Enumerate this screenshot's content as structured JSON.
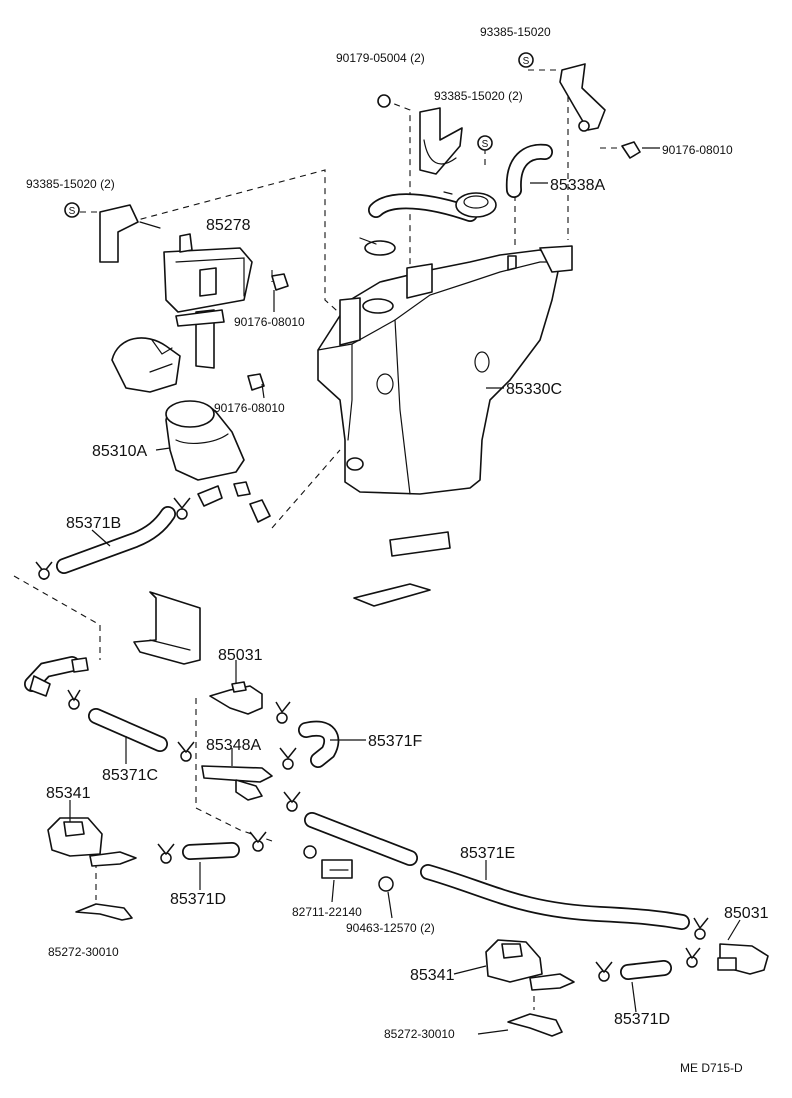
{
  "labels": {
    "p93385_15020_top": "93385-15020",
    "p90179_05004": "90179-05004 (2)",
    "p93385_15020_mid": "93385-15020 (2)",
    "p90176_08010_right": "90176-08010",
    "p85338A": "85338A",
    "p93385_15020_left": "93385-15020 (2)",
    "p85278": "85278",
    "p90176_08010_mid": "90176-08010",
    "p90176_08010_low": "90176-08010",
    "p85330C": "85330C",
    "p85310A": "85310A",
    "p85371B": "85371B",
    "p85031_upper": "85031",
    "p85348A": "85348A",
    "p85371F": "85371F",
    "p85371C": "85371C",
    "p85341_left": "85341",
    "p85371D_left": "85371D",
    "p82711_22140": "82711-22140",
    "p90463_12570": "90463-12570 (2)",
    "p85371E": "85371E",
    "p85031_lower": "85031",
    "p85272_30010_left": "85272-30010",
    "p85341_right": "85341",
    "p85272_30010_right": "85272-30010",
    "p85371D_right": "85371D",
    "footer_code": "ME  D715-D"
  },
  "markers": {
    "s_symbol": "S"
  }
}
